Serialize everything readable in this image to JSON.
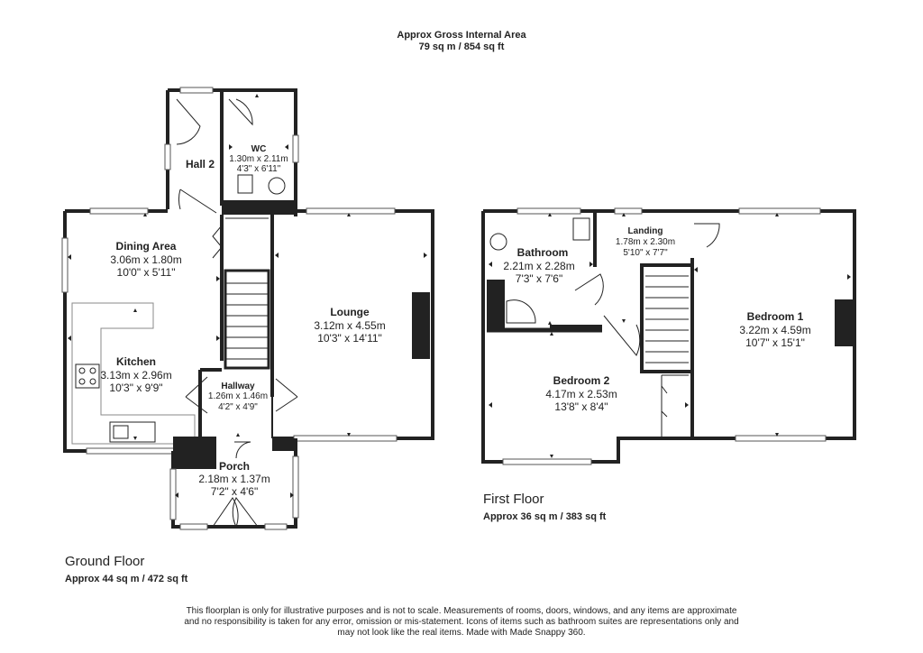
{
  "header": {
    "line1": "Approx Gross Internal Area",
    "line2": "79 sq m / 854 sq ft"
  },
  "ground_floor": {
    "title": "Ground Floor",
    "area": "Approx 44 sq m / 472 sq ft",
    "rooms": {
      "hall2": {
        "name": "Hall 2"
      },
      "wc": {
        "name": "WC",
        "metric": "1.30m x 2.11m",
        "imperial": "4'3\" x 6'11\""
      },
      "dining": {
        "name": "Dining Area",
        "metric": "3.06m x 1.80m",
        "imperial": "10'0\" x 5'11\""
      },
      "kitchen": {
        "name": "Kitchen",
        "metric": "3.13m x 2.96m",
        "imperial": "10'3\" x 9'9\""
      },
      "lounge": {
        "name": "Lounge",
        "metric": "3.12m x 4.55m",
        "imperial": "10'3\" x 14'11\""
      },
      "hallway": {
        "name": "Hallway",
        "metric": "1.26m x 1.46m",
        "imperial": "4'2\" x 4'9\""
      },
      "porch": {
        "name": "Porch",
        "metric": "2.18m x 1.37m",
        "imperial": "7'2\" x 4'6\""
      }
    }
  },
  "first_floor": {
    "title": "First Floor",
    "area": "Approx 36 sq m / 383 sq ft",
    "rooms": {
      "bathroom": {
        "name": "Bathroom",
        "metric": "2.21m x 2.28m",
        "imperial": "7'3\" x 7'6\""
      },
      "landing": {
        "name": "Landing",
        "metric": "1.78m x 2.30m",
        "imperial": "5'10\" x 7'7\""
      },
      "bedroom1": {
        "name": "Bedroom 1",
        "metric": "3.22m x 4.59m",
        "imperial": "10'7\" x 15'1\""
      },
      "bedroom2": {
        "name": "Bedroom 2",
        "metric": "4.17m x 2.53m",
        "imperial": "13'8\" x 8'4\""
      }
    }
  },
  "disclaimer": {
    "line1": "This floorplan is only for illustrative purposes and is not to scale. Measurements of rooms, doors, windows, and any items are approximate",
    "line2": "and no responsibility is taken for any error, omission or mis-statement. Icons of items such as bathroom suites are representations only and",
    "line3": "may not look like the real items. Made with Made Snappy 360."
  }
}
